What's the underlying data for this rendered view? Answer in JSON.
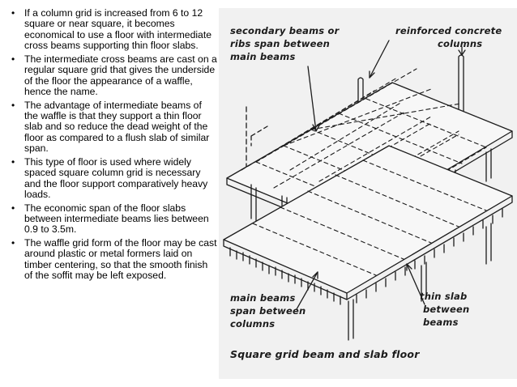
{
  "bullets": [
    "If a column grid is increased from 6 to 12 square or near square, it becomes economical to use a floor with intermediate cross beams supporting thin floor slabs.",
    "The intermediate cross beams are cast on a regular square grid that gives the underside of the floor the appearance of a waffle, hence the name.",
    "The advantage of intermediate beams of the waffle is that they support a thin floor slab and so reduce the dead weight of the floor as compared to a flush slab of similar span.",
    "This type of floor is used where widely spaced square column grid is necessary and the floor support comparatively heavy loads.",
    "The economic span of the floor slabs between intermediate beams lies between 0.9 to 3.5m.",
    "The waffle grid form of the floor may be cast around plastic or metal formers laid on timber centering, so that the smooth finish of the soffit may be left exposed."
  ],
  "bullet_symbol": "•",
  "figure": {
    "label_secondary": [
      "secondary beams or",
      "ribs span between",
      "main beams"
    ],
    "label_columns": [
      "reinforced concrete",
      "columns"
    ],
    "label_main": [
      "main beams",
      "span between",
      "columns"
    ],
    "label_slab": [
      "thin slab",
      "between",
      "beams"
    ],
    "caption": "Square grid beam and slab floor"
  }
}
